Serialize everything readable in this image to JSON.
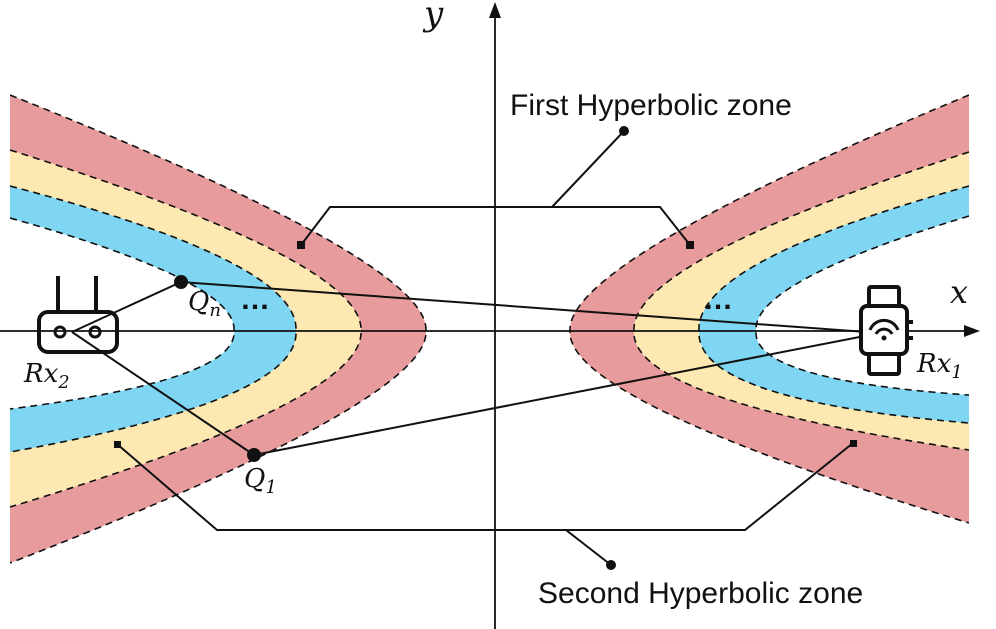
{
  "colors": {
    "outer_band": "#e79b9c",
    "middle_band": "#fde8b1",
    "inner_band": "#7fd6f3",
    "ink": "#111111"
  },
  "labels": {
    "y_axis": "y",
    "x_axis": "x",
    "first_zone": "First Hyperbolic zone",
    "second_zone": "Second Hyperbolic zone",
    "q1_base": "Q",
    "q1_sub": "1",
    "qn_base": "Q",
    "qn_sub": "n",
    "rx1_base": "Rx",
    "rx1_sub": "1",
    "rx2_base": "Rx",
    "rx2_sub": "2",
    "dots_left": "…",
    "dots_right": "…"
  },
  "icons": {
    "receiver_right": "smartwatch-icon",
    "receiver_left": "router-icon"
  }
}
